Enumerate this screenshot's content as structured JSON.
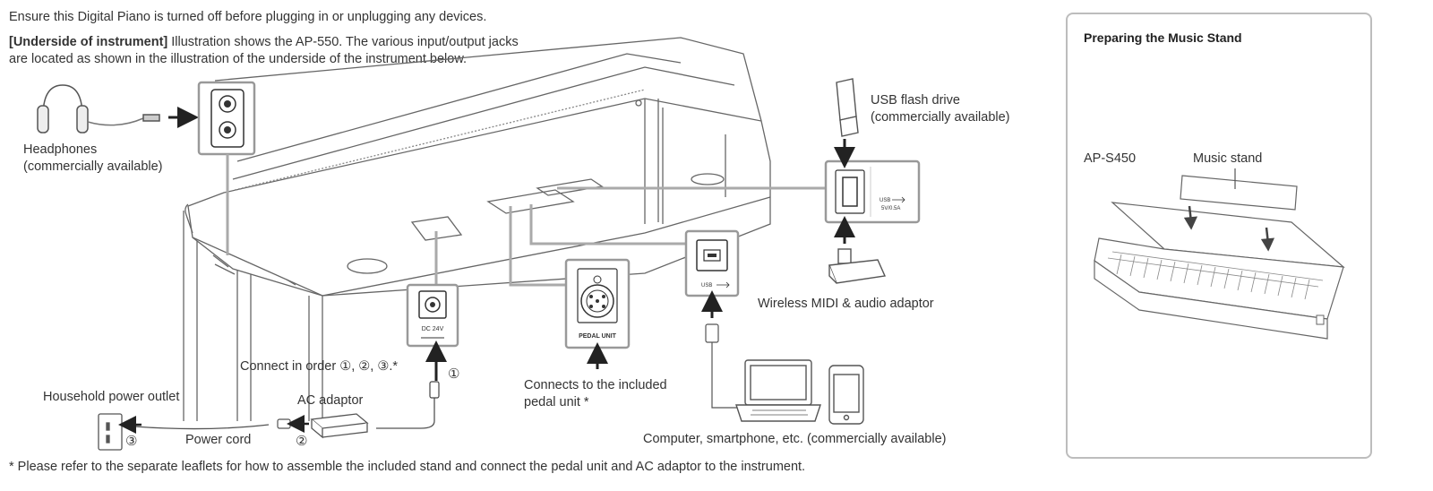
{
  "intro": {
    "warning": "Ensure this Digital Piano is turned off before plugging in or unplugging any devices.",
    "section_label": "[Underside of instrument]",
    "section_text_1": "Illustration shows the AP-550. The various input/output jacks",
    "section_text_2": "are located as shown in the illustration of the underside of the instrument below."
  },
  "labels": {
    "headphones_1": "Headphones",
    "headphones_2": "(commercially available)",
    "usb_flash_1": "USB flash drive",
    "usb_flash_2": "(commercially available)",
    "wireless_adaptor": "Wireless MIDI & audio adaptor",
    "connect_order": "Connect in order ①, ②, ③.*",
    "household_outlet": "Household power outlet",
    "ac_adaptor": "AC adaptor",
    "power_cord": "Power cord",
    "pedal_connect_1": "Connects to the included",
    "pedal_connect_2": "pedal unit *",
    "computer": "Computer, smartphone, etc. (commercially available)",
    "footnote": "* Please refer to the separate leaflets for how to assemble the included stand and connect the pedal unit and AC adaptor to the instrument.",
    "step_1": "①",
    "step_2": "②",
    "step_3": "③"
  },
  "jacks": {
    "dc": "DC 24V",
    "pedal": "PEDAL UNIT",
    "usb_a": "USB",
    "usb_a_rating": "5V/0.5A",
    "usb_b": "USB"
  },
  "sidebar": {
    "title": "Preparing the Music Stand",
    "model": "AP-S450",
    "music_stand": "Music stand"
  }
}
